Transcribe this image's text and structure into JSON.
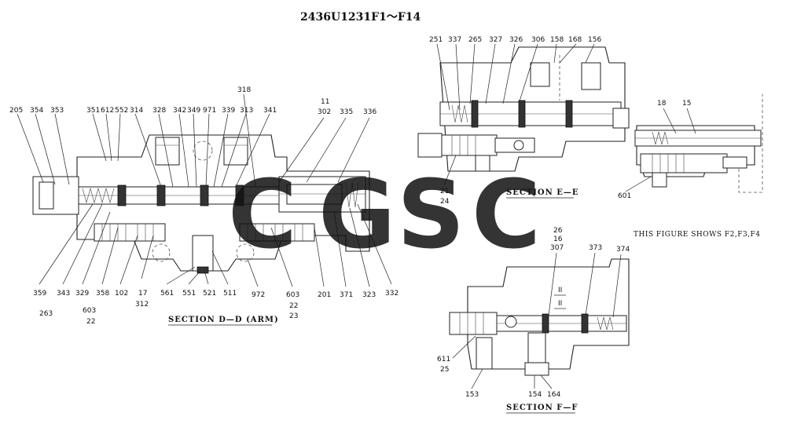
{
  "title": "2436U1231F1～F14",
  "note": "THIS FIGURE SHOWS F2,F3,F4",
  "watermark": {
    "letters": [
      "C",
      "G",
      "S",
      "C"
    ],
    "colors": [
      "#3b7ae8",
      "#ef6f6f",
      "#f6cf4f",
      "#2fa56b"
    ]
  },
  "sections": {
    "dd": {
      "caption": "SECTION D—D (ARM)",
      "labels": {
        "l205": "205",
        "l354": "354",
        "l353": "353",
        "l351": "351",
        "l612": "612",
        "l552": "552",
        "l314": "314",
        "l328": "328",
        "l342": "342",
        "l349": "349",
        "l971": "971",
        "l339": "339",
        "l313": "313",
        "l341": "341",
        "l318": "318",
        "l11": "11",
        "l302": "302",
        "l335": "335",
        "l336": "336",
        "l359": "359",
        "l343": "343",
        "l263": "263",
        "l329": "329",
        "l603a": "603",
        "l22a": "22",
        "l358": "358",
        "l102": "102",
        "l17": "17",
        "l312": "312",
        "l561": "561",
        "l551": "551",
        "l521": "521",
        "l511": "511",
        "l972": "972",
        "l603b": "603",
        "l22b": "22",
        "l23": "23",
        "l201": "201",
        "l371": "371",
        "l323": "323",
        "l332": "332"
      }
    },
    "ee": {
      "caption": "SECTION E—E",
      "labels": {
        "l251": "251",
        "l337": "337",
        "l265": "265",
        "l327": "327",
        "l326": "326",
        "l306": "306",
        "l158": "158",
        "l168": "168",
        "l156": "156",
        "l21": "21",
        "l24": "24",
        "l18": "18",
        "l15": "15",
        "l601": "601",
        "l26": "26",
        "l16": "16"
      }
    },
    "ff": {
      "caption": "SECTION F—F",
      "labels": {
        "l307": "307",
        "l373": "373",
        "l374": "374",
        "lII1": "II",
        "lII2": "II",
        "l611": "611",
        "l25": "25",
        "l153": "153",
        "l154": "154",
        "l164": "164"
      }
    }
  }
}
